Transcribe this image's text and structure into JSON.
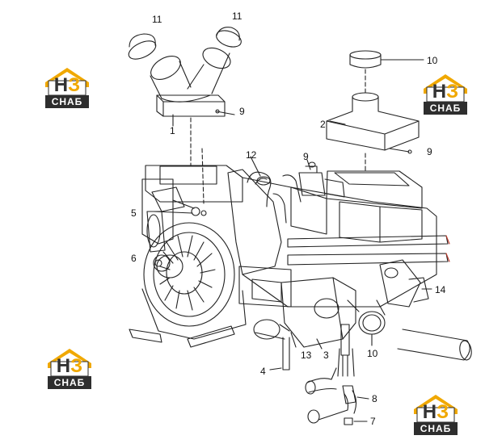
{
  "logo": {
    "mono_left": "Н",
    "mono_right": "З",
    "text": "СНАБ",
    "colors": {
      "roof": "#f0a800",
      "body": "#ffffff",
      "dark": "#2e2e2e",
      "accent": "#f0a800"
    }
  },
  "callouts": [
    "11",
    "11",
    "10",
    "9",
    "1",
    "2",
    "9",
    "12",
    "9",
    "5",
    "6",
    "14",
    "13",
    "3",
    "10",
    "4",
    "8",
    "7"
  ]
}
